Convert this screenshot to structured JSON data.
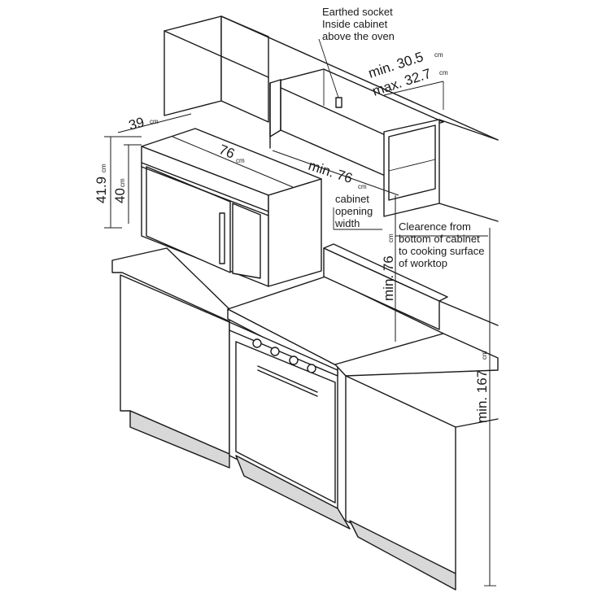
{
  "labels": {
    "socket_line1": "Earthed socket",
    "socket_line2": "Inside cabinet",
    "socket_line3": "above the oven",
    "opening_line1": "cabinet",
    "opening_line2": "opening",
    "opening_line3": "width",
    "clearance_line1": "Clearence from",
    "clearance_line2": "bottom of cabinet",
    "clearance_line3": "to cooking surface",
    "clearance_line4": "of worktop"
  },
  "dimensions": {
    "min_depth": "min. 30.5",
    "max_depth": "max. 32.7",
    "cabinet_width": "min. 76",
    "oven_depth": "39",
    "oven_width": "76",
    "oven_total_height": "41.9",
    "oven_height": "40",
    "clearance": "min. 76",
    "total_height": "min. 167",
    "unit": "cm"
  }
}
